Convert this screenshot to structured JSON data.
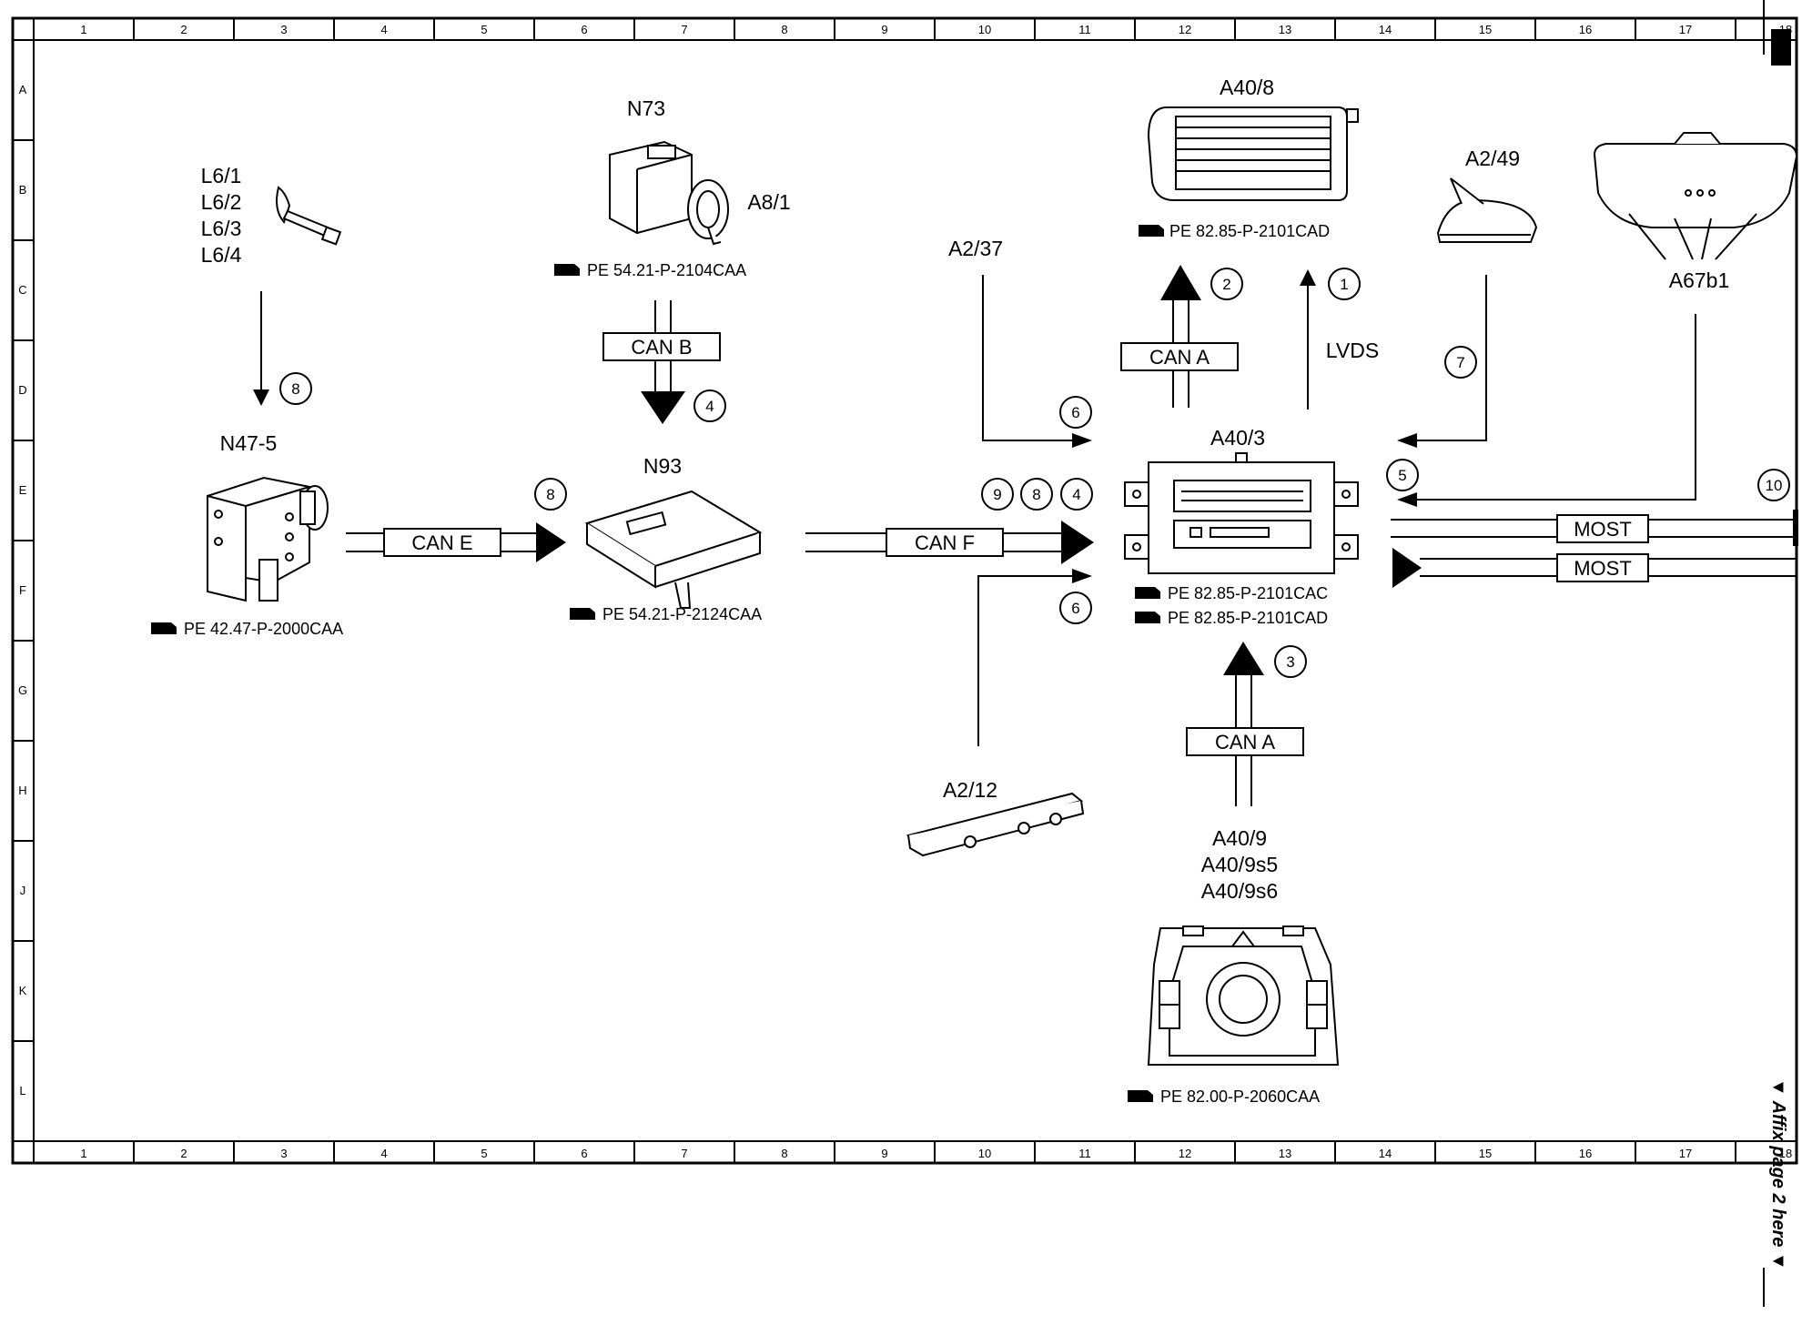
{
  "grid": {
    "columns": [
      "1",
      "2",
      "3",
      "4",
      "5",
      "6",
      "7",
      "8",
      "9",
      "10",
      "11",
      "12",
      "13",
      "14",
      "15",
      "16",
      "17",
      "18"
    ],
    "rows": [
      "A",
      "B",
      "C",
      "D",
      "E",
      "F",
      "G",
      "H",
      "J",
      "K",
      "L"
    ]
  },
  "components": {
    "l6": [
      "L6/1",
      "L6/2",
      "L6/3",
      "L6/4"
    ],
    "n47_5": "N47-5",
    "n73": "N73",
    "a8_1": "A8/1",
    "n93": "N93",
    "a2_37": "A2/37",
    "a2_12": "A2/12",
    "a40_8": "A40/8",
    "a2_49": "A2/49",
    "a67b1": "A67b1",
    "a40_3": "A40/3",
    "a40_9": [
      "A40/9",
      "A40/9s5",
      "A40/9s6"
    ]
  },
  "refs": {
    "n47_5": "PE 42.47-P-2000CAA",
    "n73": "PE 54.21-P-2104CAA",
    "n93": "PE 54.21-P-2124CAA",
    "a40_8": "PE 82.85-P-2101CAD",
    "a40_3_1": "PE 82.85-P-2101CAC",
    "a40_3_2": "PE 82.85-P-2101CAD",
    "a40_9": "PE 82.00-P-2060CAA"
  },
  "buses": {
    "can_b": "CAN B",
    "can_a_top": "CAN A",
    "can_e": "CAN E",
    "can_f": "CAN F",
    "can_a_bottom": "CAN A",
    "most_1": "MOST",
    "most_2": "MOST",
    "lvds": "LVDS"
  },
  "markers": {
    "m1": "1",
    "m2": "2",
    "m3": "3",
    "m4_top": "4",
    "m4_bus": "4",
    "m5": "5",
    "m6_top": "6",
    "m6_bottom": "6",
    "m7": "7",
    "m8_left": "8",
    "m8_can_e": "8",
    "m8_bus": "8",
    "m9": "9",
    "m10": "10"
  },
  "side_note": "▼ Affix page 2 here ▼"
}
